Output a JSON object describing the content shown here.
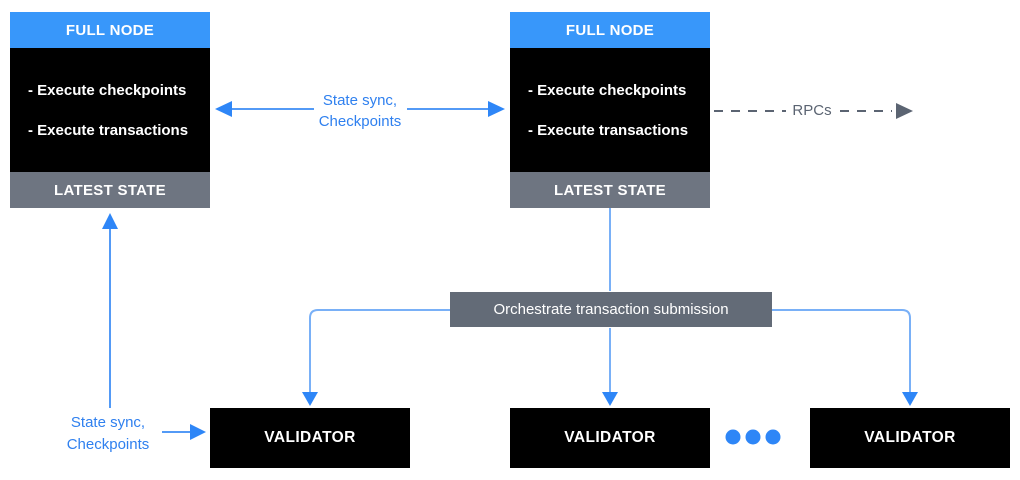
{
  "diagram": {
    "full_nodes": [
      {
        "title": "FULL NODE",
        "items": [
          "- Execute checkpoints",
          "- Execute transactions"
        ],
        "footer": "LATEST STATE"
      },
      {
        "title": "FULL NODE",
        "items": [
          "- Execute checkpoints",
          "- Execute transactions"
        ],
        "footer": "LATEST STATE"
      }
    ],
    "edges": {
      "sync_top": {
        "line1": "State sync,",
        "line2": "Checkpoints"
      },
      "rpcs_label": "RPCs",
      "orchestrate_label": "Orchestrate transaction submission",
      "sync_bottom": {
        "line1": "State sync,",
        "line2": "Checkpoints"
      }
    },
    "validators": [
      "VALIDATOR",
      "VALIDATOR",
      "VALIDATOR"
    ],
    "colors": {
      "node_header_blue": "#3897fa",
      "node_body_black": "#000000",
      "latest_state_gray": "#6e7581",
      "orchestrate_gray": "#636b77",
      "arrow_shaft_blue": "#539af6",
      "arrow_shaft_light_blue": "#79b0f7",
      "arrow_head_blue": "#2e86f7",
      "label_text_blue": "#2f80ef",
      "rpcs_dash_gray": "#5b6472"
    }
  }
}
